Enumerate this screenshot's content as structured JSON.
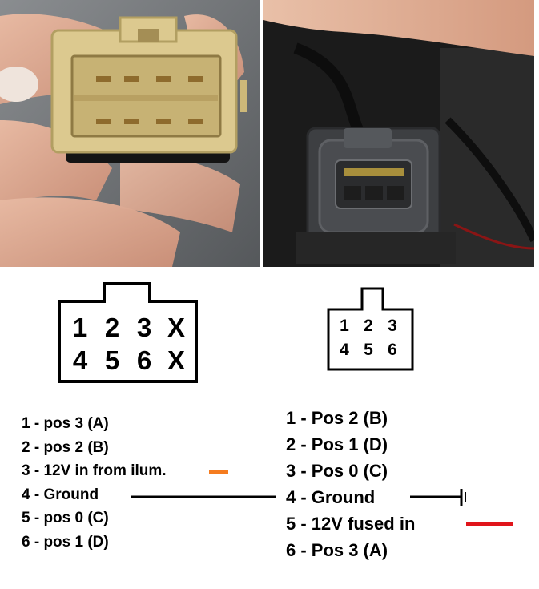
{
  "colors": {
    "orange_wire": "#f57c1f",
    "red_wire": "#e0151b",
    "line": "#000000"
  },
  "connector_left": {
    "pins": [
      "1",
      "2",
      "3",
      "X",
      "4",
      "5",
      "6",
      "X"
    ]
  },
  "connector_right": {
    "pins": [
      "1",
      "2",
      "3",
      "4",
      "5",
      "6"
    ]
  },
  "left_list": [
    "1 - pos 3 (A)",
    "2 - pos 2 (B)",
    "3 - 12V in from ilum.",
    "4 - Ground",
    "5 - pos 0 (C)",
    "6 - pos 1 (D)"
  ],
  "right_list": [
    "1 - Pos 2 (B)",
    "2 - Pos 1 (D)",
    "3 - Pos 0 (C)",
    "4 - Ground",
    "5 - 12V fused in",
    "6 - Pos 3 (A)"
  ],
  "photos": {
    "left": "tan 8-pin connector photo",
    "right": "grey 6-pin connector photo"
  }
}
